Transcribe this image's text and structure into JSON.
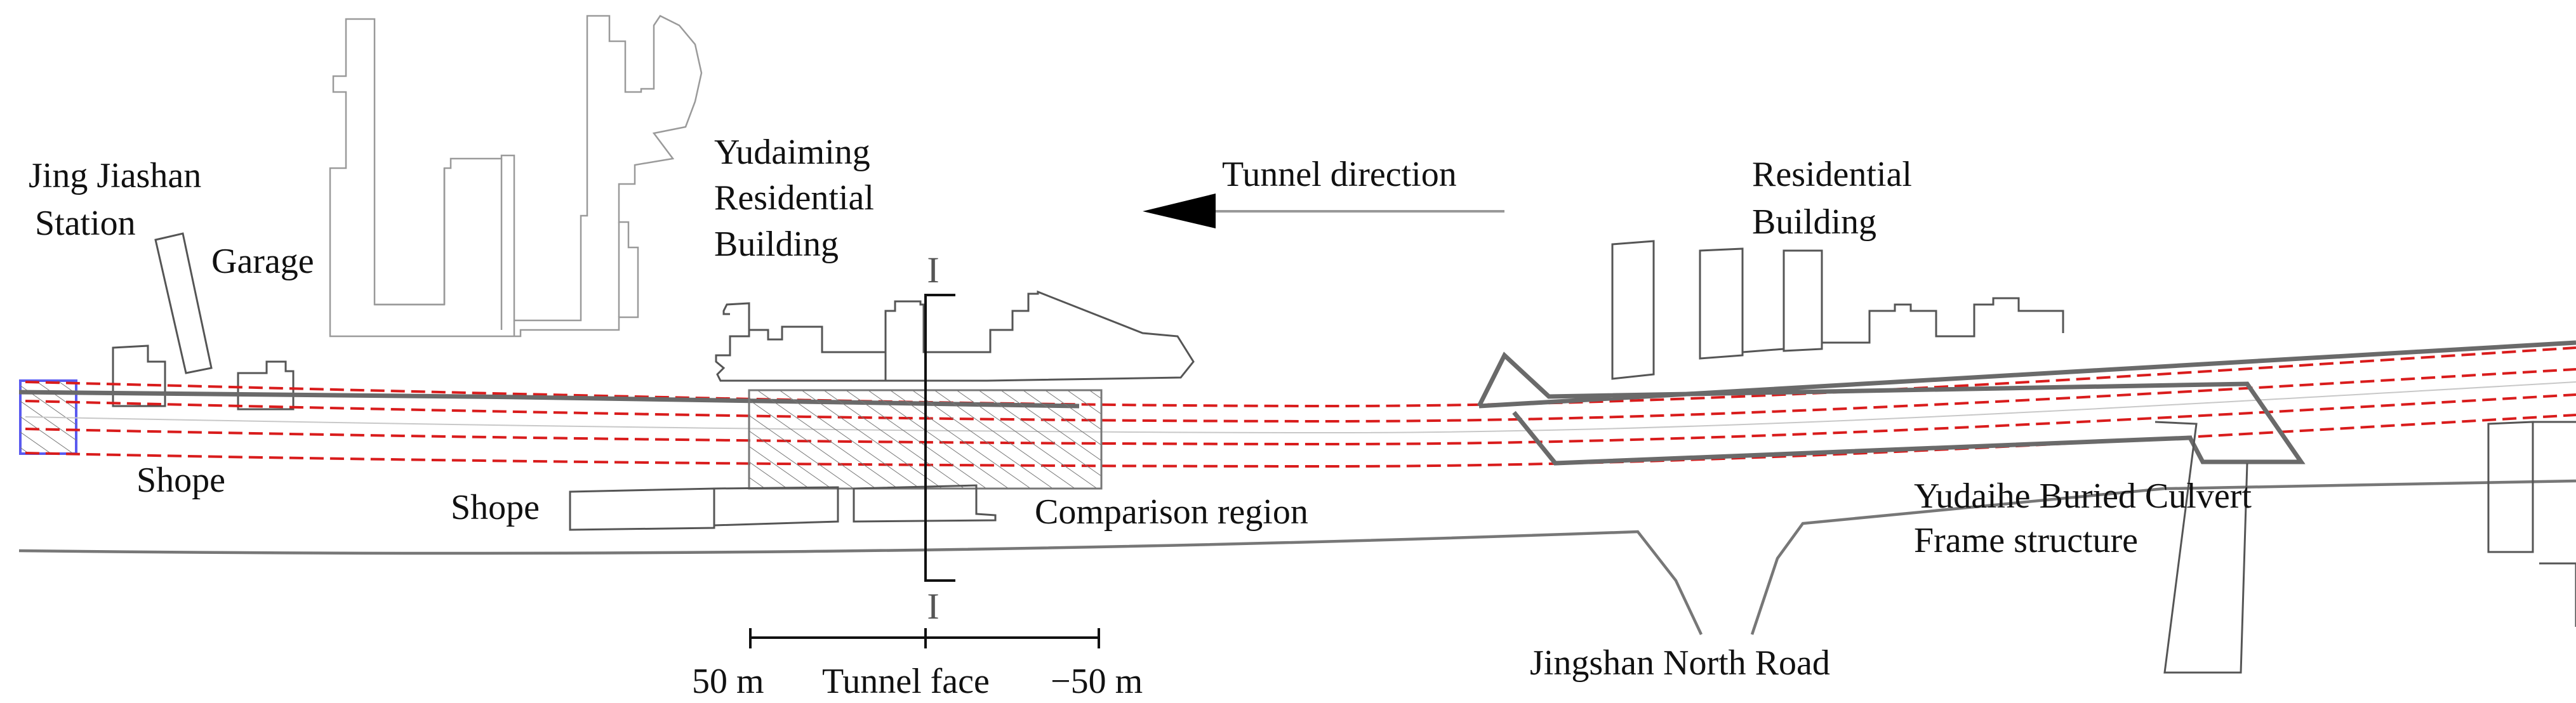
{
  "labels": {
    "station": [
      "Jing Jiashan",
      "Station"
    ],
    "garage": "Garage",
    "yudaiming": [
      "Yudaiming",
      "Residential",
      "Building"
    ],
    "tunnel_direction": "Tunnel direction",
    "residential": [
      "Residential",
      "Building"
    ],
    "shope_left": "Shope",
    "shope_mid": "Shope",
    "comparison_region": "Comparison region",
    "culvert": [
      "Yudaihe Buried Culvert",
      "Frame structure"
    ],
    "road": "Jingshan North Road",
    "section_top": "I",
    "section_bottom": "I"
  },
  "scale": {
    "left": "50 m",
    "center": "Tunnel face",
    "right": "−50 m"
  },
  "colors": {
    "tunnel_lines": "#d91c1c",
    "buildings": "#9a9a9a",
    "arrow": "#000000",
    "station_box": "#5a5af0"
  }
}
